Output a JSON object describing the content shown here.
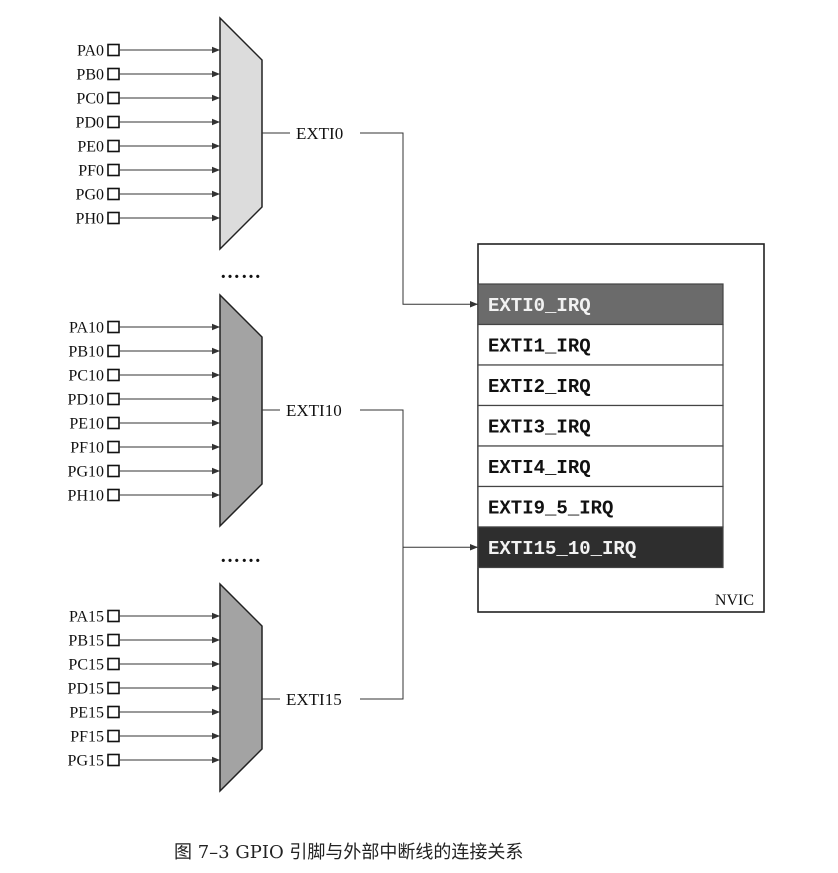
{
  "groups": [
    {
      "output": "EXTI0",
      "shade": "light",
      "pins": [
        "PA0",
        "PB0",
        "PC0",
        "PD0",
        "PE0",
        "PF0",
        "PG0",
        "PH0"
      ]
    },
    {
      "output": "EXTI10",
      "shade": "medium",
      "pins": [
        "PA10",
        "PB10",
        "PC10",
        "PD10",
        "PE10",
        "PF10",
        "PG10",
        "PH10"
      ]
    },
    {
      "output": "EXTI15",
      "shade": "medium",
      "pins": [
        "PA15",
        "PB15",
        "PC15",
        "PD15",
        "PE15",
        "PF15",
        "PG15"
      ]
    }
  ],
  "ellipsis": [
    "……",
    "……"
  ],
  "nvic": {
    "label": "NVIC",
    "irqs": [
      {
        "label": "EXTI0_IRQ",
        "highlight": "medium"
      },
      {
        "label": "EXTI1_IRQ",
        "highlight": "none"
      },
      {
        "label": "EXTI2_IRQ",
        "highlight": "none"
      },
      {
        "label": "EXTI3_IRQ",
        "highlight": "none"
      },
      {
        "label": "EXTI4_IRQ",
        "highlight": "none"
      },
      {
        "label": "EXTI9_5_IRQ",
        "highlight": "none"
      },
      {
        "label": "EXTI15_10_IRQ",
        "highlight": "dark"
      }
    ]
  },
  "colors": {
    "mux_light": "#dcdcdc",
    "mux_medium": "#a3a3a3",
    "irq_medium": "#6b6b6b",
    "irq_dark": "#2e2e2e",
    "line": "#333333"
  },
  "caption": "图 7–3    GPIO 引脚与外部中断线的连接关系"
}
